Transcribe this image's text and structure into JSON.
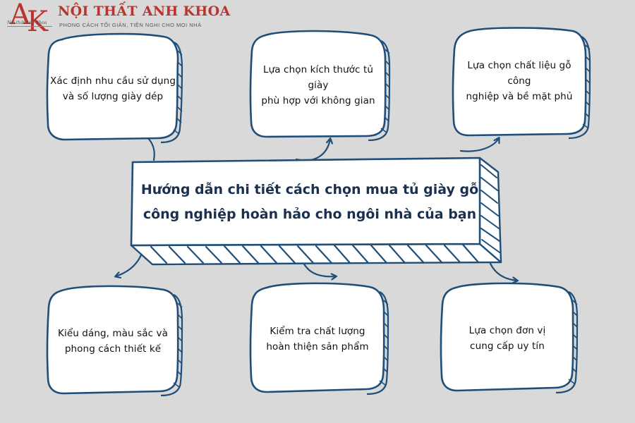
{
  "brand": {
    "name": "NỘI THẤT ANH KHOA",
    "slogan": "PHONG CÁCH TỐI GIẢN, TIỆN NGHI CHO MỌI NHÀ",
    "logo_letters": "AK",
    "logo_signature": "Nội thất Anh Khoa"
  },
  "colors": {
    "background": "#d9d9d9",
    "box_fill": "#ffffff",
    "outline": "#1f4e79",
    "brand": "#b8342e",
    "text": "#111111"
  },
  "center": {
    "line1": "Hướng dẫn chi tiết cách chọn mua tủ giày gỗ",
    "line2": "công nghiệp hoàn hảo cho ngôi nhà của bạn"
  },
  "nodes": [
    {
      "line1": "Xác định nhu cầu sử dụng",
      "line2": "và số lượng giày dép"
    },
    {
      "line1": "Lựa chọn kích thước tủ giày",
      "line2": "phù hợp với không gian"
    },
    {
      "line1": "Lựa chọn chất liệu gỗ công",
      "line2": "nghiệp và bề mặt phủ"
    },
    {
      "line1": "Kiểu dáng, màu sắc và",
      "line2": "phong cách thiết kế"
    },
    {
      "line1": "Kiểm tra chất lượng",
      "line2": "hoàn thiện sản phẩm"
    },
    {
      "line1": "Lựa chọn đơn vị",
      "line2": "cung cấp uy tín"
    }
  ]
}
